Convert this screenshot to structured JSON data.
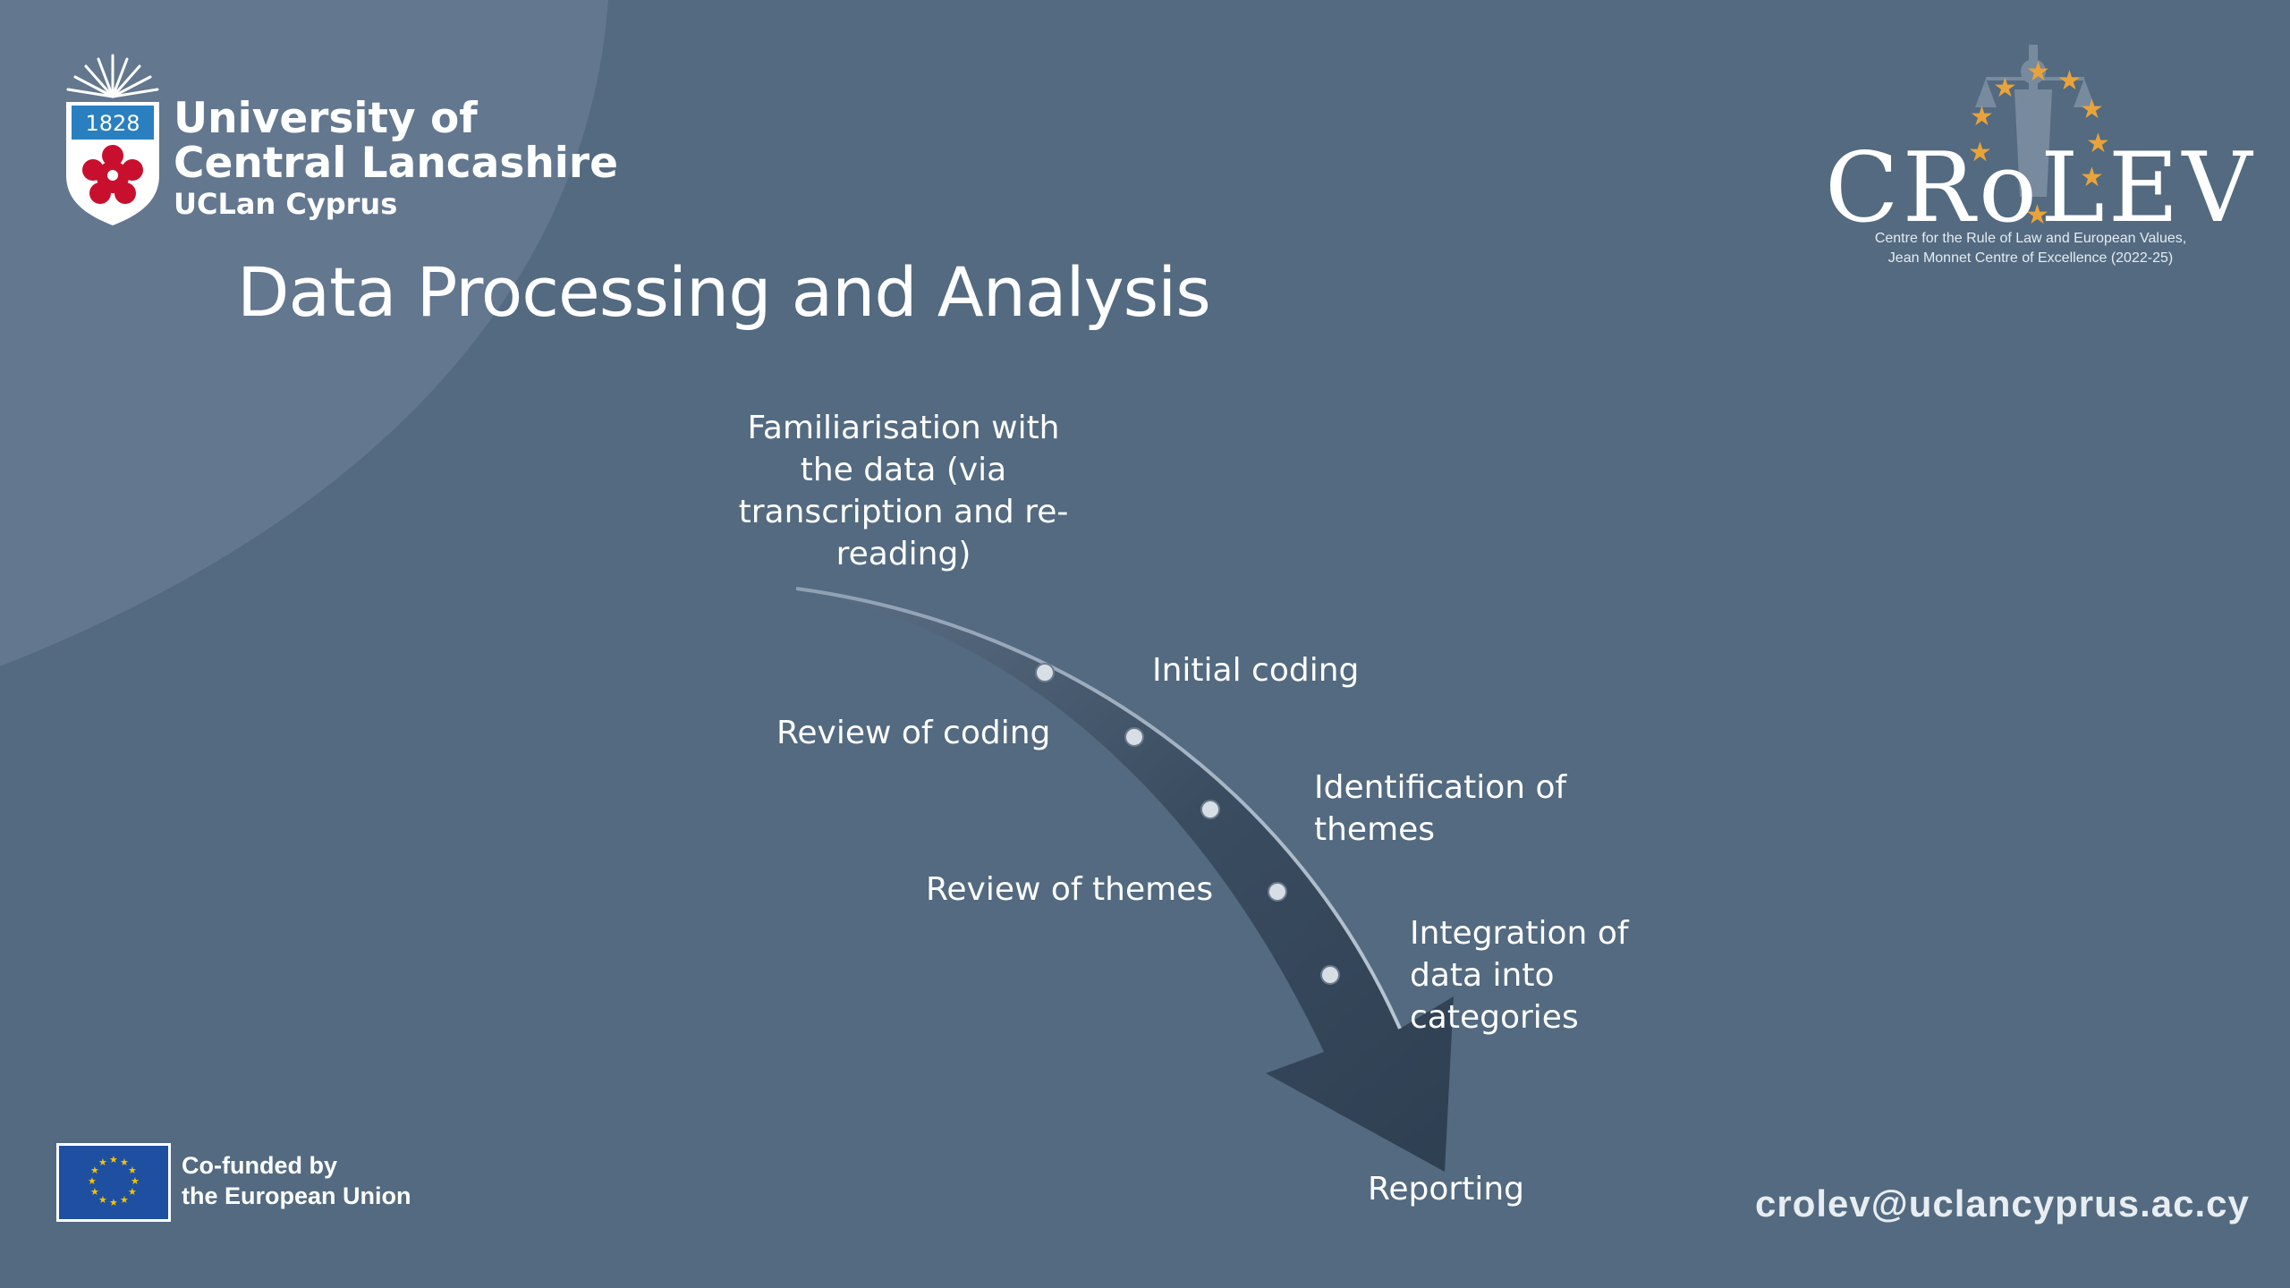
{
  "header": {
    "university_logo": {
      "year": "1828",
      "line1": "University of",
      "line2": "Central Lancashire",
      "line3": "UCLan Cyprus"
    },
    "crolev_logo": {
      "wordmark": "CRoLEV",
      "subtitle_line1": "Centre for the Rule of Law and European Values,",
      "subtitle_line2": "Jean Monnet Centre of Excellence (2022-25)"
    }
  },
  "slide": {
    "title": "Data Processing and Analysis"
  },
  "process_steps": [
    "Familiarisation with the data (via transcription and re-reading)",
    "Initial coding",
    "Review of coding",
    "Identification of themes",
    "Review of themes",
    "Integration of data into categories",
    "Reporting"
  ],
  "step_lines": {
    "s1": [
      "Familiarisation with",
      "the data (via",
      "transcription and re-",
      "reading)"
    ],
    "s2": [
      "Initial coding"
    ],
    "s3": [
      "Review of coding"
    ],
    "s4": [
      "Identification of",
      "themes"
    ],
    "s5": [
      "Review of themes"
    ],
    "s6": [
      "Integration of",
      "data into",
      "categories"
    ],
    "s7": [
      "Reporting"
    ]
  },
  "footer": {
    "eu_line1": "Co-funded by",
    "eu_line2": "the European Union",
    "email": "crolev@uclancyprus.ac.cy"
  },
  "colors": {
    "background": "#536a80",
    "background_light_shape": "#64788f",
    "arrow": "#3a4c60",
    "eu_blue": "#1f4fa0",
    "eu_star": "#f5c400",
    "rose_red": "#c8102e",
    "shield_blue": "#2a7fc0",
    "crolev_star": "#e8a33a"
  }
}
